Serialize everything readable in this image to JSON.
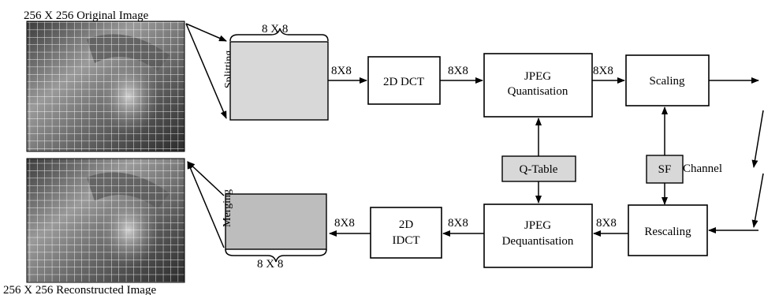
{
  "top_image_label": "256 X 256 Original Image",
  "bottom_image_label": "256 X 256 Reconstructed Image",
  "splitting_label": "Splitting",
  "merging_label": "Merging",
  "top_block_label": "8 X 8",
  "bottom_block_label": "8 X 8",
  "flow_labels": {
    "a": "8X8",
    "b": "8X8",
    "c": "8X8",
    "d": "8X8",
    "e": "8X8",
    "f": "8X8"
  },
  "boxes": {
    "dct": "2D DCT",
    "quant_1": "JPEG",
    "quant_2": "Quantisation",
    "scaling": "Scaling",
    "qtable": "Q-Table",
    "sf": "SF",
    "idct_1": "2D",
    "idct_2": "IDCT",
    "dequant_1": "JPEG",
    "dequant_2": "Dequantisation",
    "rescaling": "Rescaling"
  },
  "channel_label": "Channel",
  "colors": {
    "block_top": "#d8d8d8",
    "block_bottom": "#bdbdbd",
    "shaded_box": "#d8d8d8"
  }
}
